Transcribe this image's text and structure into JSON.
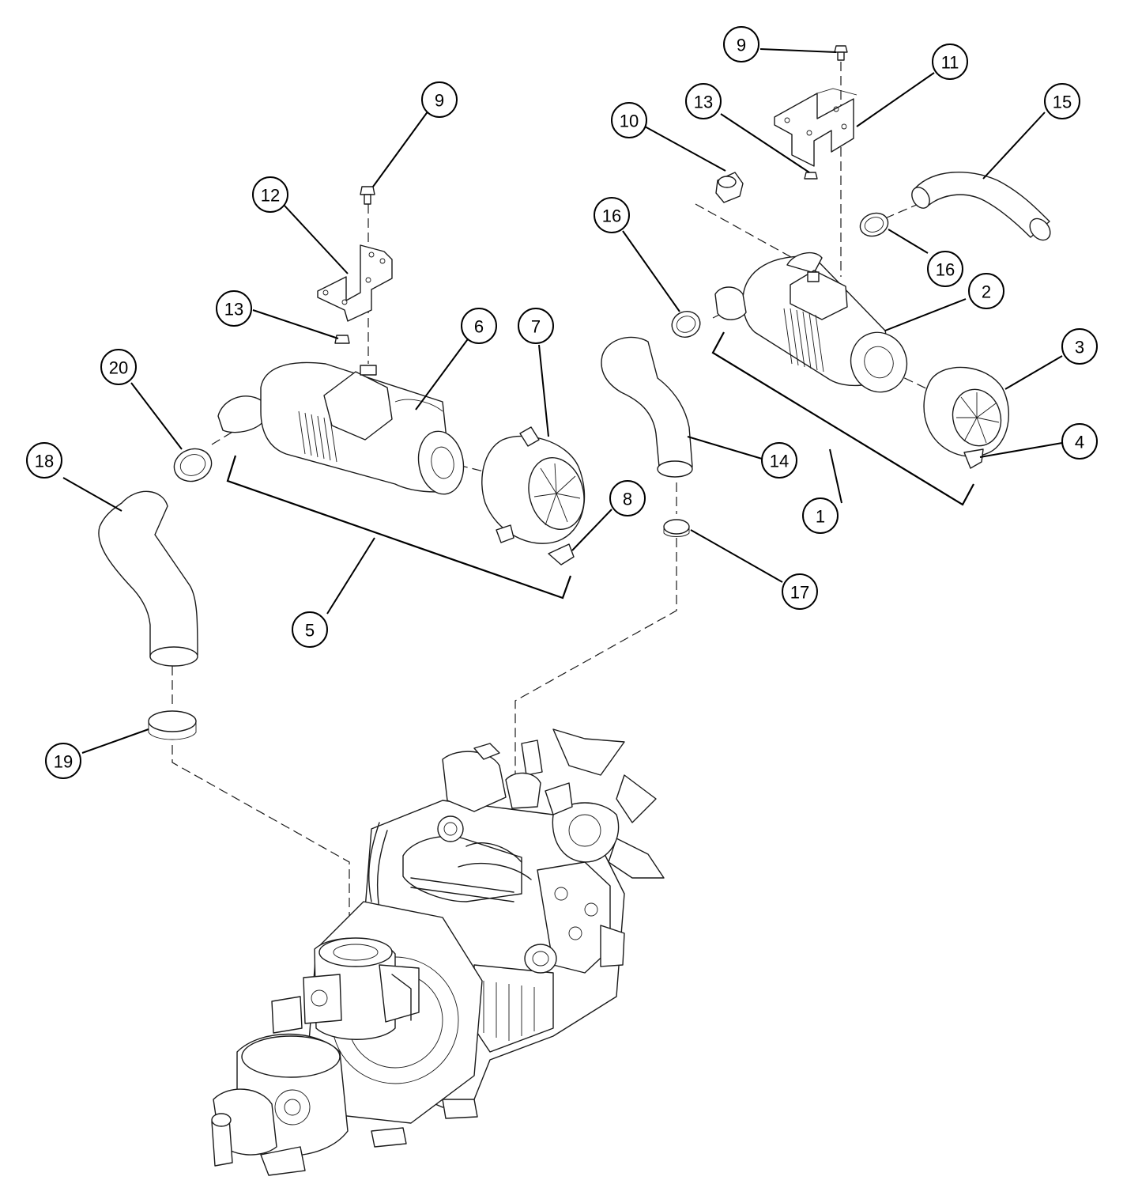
{
  "callouts": [
    {
      "id": "c1",
      "label": "1"
    },
    {
      "id": "c2",
      "label": "2"
    },
    {
      "id": "c3",
      "label": "3"
    },
    {
      "id": "c4",
      "label": "4"
    },
    {
      "id": "c5",
      "label": "5"
    },
    {
      "id": "c6",
      "label": "6"
    },
    {
      "id": "c7",
      "label": "7"
    },
    {
      "id": "c8",
      "label": "8"
    },
    {
      "id": "c9a",
      "label": "9"
    },
    {
      "id": "c9b",
      "label": "9"
    },
    {
      "id": "c10",
      "label": "10"
    },
    {
      "id": "c11",
      "label": "11"
    },
    {
      "id": "c12",
      "label": "12"
    },
    {
      "id": "c13a",
      "label": "13"
    },
    {
      "id": "c13b",
      "label": "13"
    },
    {
      "id": "c14",
      "label": "14"
    },
    {
      "id": "c15",
      "label": "15"
    },
    {
      "id": "c16a",
      "label": "16"
    },
    {
      "id": "c16b",
      "label": "16"
    },
    {
      "id": "c17",
      "label": "17"
    },
    {
      "id": "c18",
      "label": "18"
    },
    {
      "id": "c19",
      "label": "19"
    },
    {
      "id": "c20",
      "label": "20"
    }
  ],
  "colors": {
    "line": "#1a1a1a",
    "background": "#ffffff"
  }
}
